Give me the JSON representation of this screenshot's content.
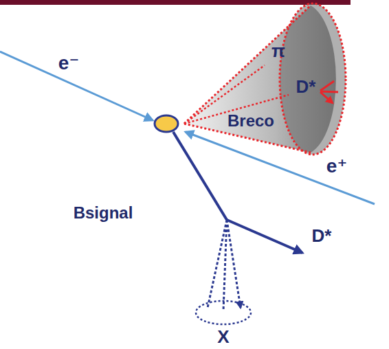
{
  "diagram": {
    "labels": [
      "e⁻",
      "e⁺",
      "π",
      "D*",
      "Breco",
      "Bsignal",
      "D*",
      "X"
    ]
  }
}
